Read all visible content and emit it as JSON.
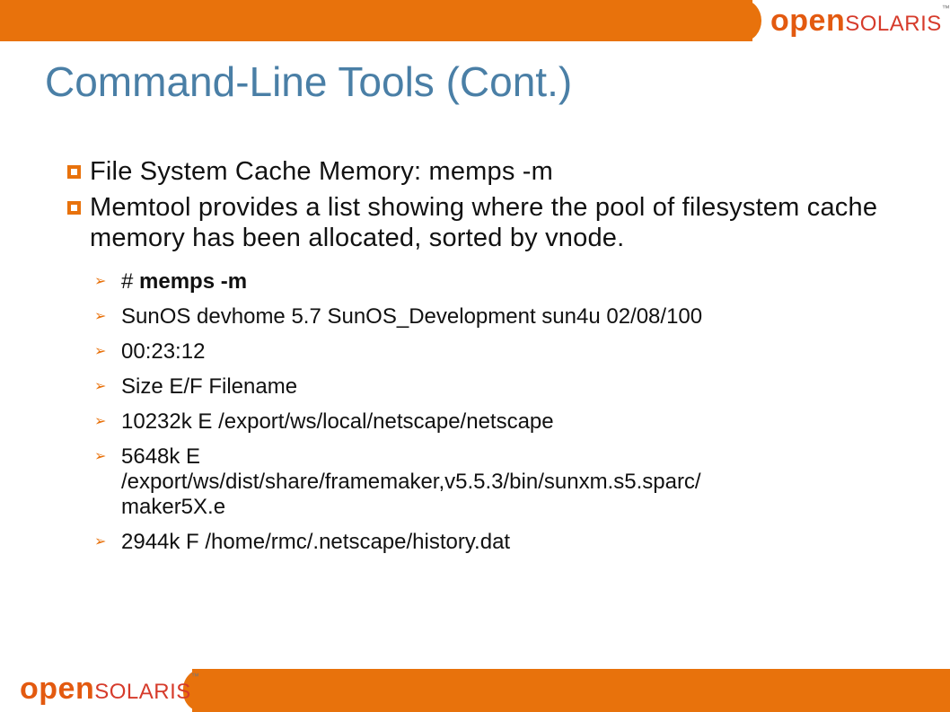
{
  "brand": {
    "logo_open": "open",
    "logo_solaris": "solaris",
    "trademark": "™"
  },
  "slide": {
    "title": "Command-Line Tools (Cont.)",
    "bullets": [
      {
        "text": "File System Cache Memory: memps -m"
      },
      {
        "text": "Memtool provides a list showing where the pool of filesystem cache memory has been allocated, sorted by vnode."
      }
    ],
    "subitems": [
      {
        "prefix": "# ",
        "text": "memps -m"
      },
      {
        "text": "SunOS devhome 5.7 SunOS_Development sun4u 02/08/100"
      },
      {
        "text": "00:23:12"
      },
      {
        "text": "Size E/F Filename"
      },
      {
        "text": "10232k E /export/ws/local/netscape/netscape"
      },
      {
        "line1": "5648k E",
        "line2": "/export/ws/dist/share/framemaker,v5.5.3/bin/sunxm.s5.sparc/",
        "line3": "maker5X.e"
      },
      {
        "text": "2944k F /home/rmc/.netscape/history.dat"
      }
    ]
  },
  "colors": {
    "accent": "#e8720c",
    "title": "#4a7fa6"
  }
}
